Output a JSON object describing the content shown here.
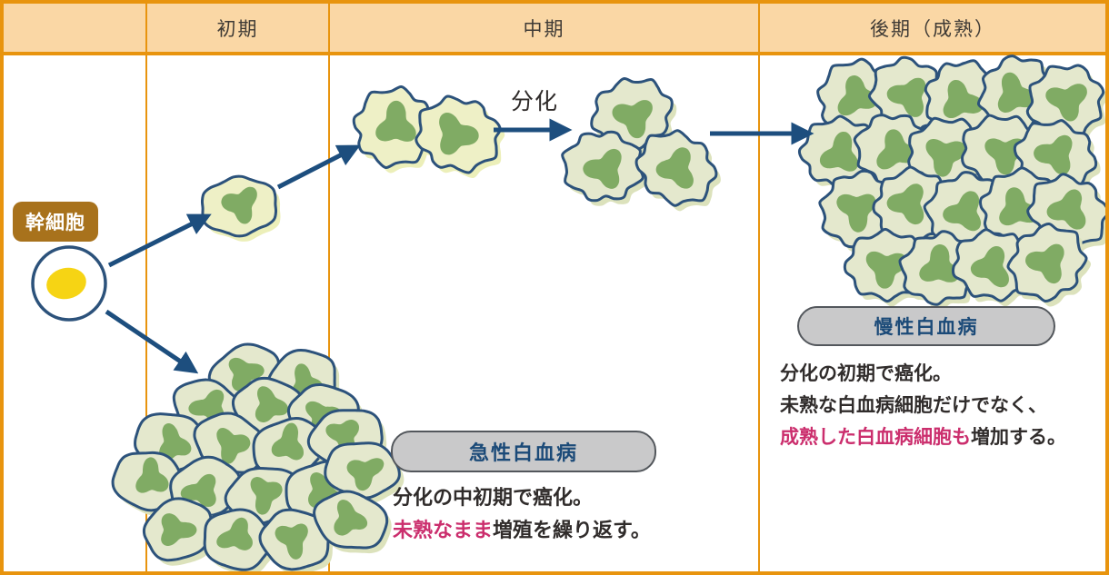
{
  "header": {
    "col0": "",
    "col1": "初期",
    "col2": "中期",
    "col3": "後期（成熟）"
  },
  "labels": {
    "stem_cell": "幹細胞",
    "differentiation": "分化"
  },
  "acute": {
    "badge": "急性白血病",
    "line1": "分化の中初期で癌化。",
    "line2_highlight": "未熟なまま",
    "line2_rest": "増殖を繰り返す。"
  },
  "chronic": {
    "badge": "慢性白血病",
    "line1": "分化の初期で癌化。",
    "line2": "未熟な白血病細胞だけでなく、",
    "line3_highlight": "成熟した白血病細胞も",
    "line3_rest": "増加する。"
  },
  "icons": {
    "stem_cell": "stem-cell-icon",
    "immature_cell": "immature-cell-icon",
    "mature_cell": "mature-cell-icon",
    "arrow": "arrow-icon"
  },
  "colors": {
    "frame_orange": "#e8940e",
    "header_bg": "#fad7a5",
    "header_text": "#3e3a35",
    "arrow_navy": "#1d4e7e",
    "cell_outline_navy": "#2c527b",
    "cell_body_yellow_green": "#eef0c6",
    "cell_halo_yellow_green": "#ecefb9",
    "cell_body_gray_green": "#e4e8cd",
    "cell_halo_gray_green": "#dce2bc",
    "nucleus_green": "#80ab64",
    "stem_label_bg": "#a8721c",
    "stem_label_text": "#ffffff",
    "stem_nucleus_yellow": "#f6d414",
    "badge_bg": "#c9c9ca",
    "badge_border": "#53575c",
    "badge_text_navy": "#1b4a78",
    "highlight_pink": "#cb2e6d",
    "body_text": "#302c2b"
  }
}
